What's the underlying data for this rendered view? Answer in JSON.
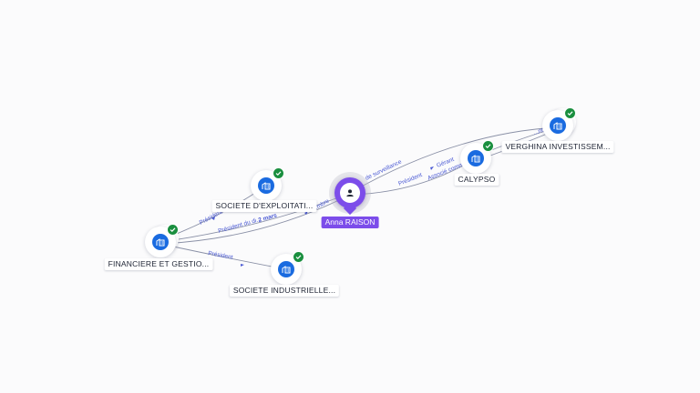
{
  "colors": {
    "edge": "#8a90a6",
    "edge_label": "#4c5bd4",
    "company": "#1a6be0",
    "verified": "#1a8f3f",
    "person": "#7c4dea"
  },
  "person": {
    "name": "Anna RAISON",
    "icon": "user-icon"
  },
  "companies": {
    "societe_exploitation": {
      "name": "SOCIETE D'EXPLOITATI...",
      "icon": "building-icon",
      "verified": true
    },
    "financiere": {
      "name": "FINANCIERE ET GESTIO...",
      "icon": "building-icon",
      "verified": true
    },
    "societe_industrielle": {
      "name": "SOCIETE INDUSTRIELLE...",
      "icon": "building-icon",
      "verified": true
    },
    "calypso": {
      "name": "CALYPSO",
      "icon": "building-icon",
      "verified": true
    },
    "verghina": {
      "name": "VERGHINA INVESTISSEM...",
      "icon": "building-icon",
      "verified": true
    }
  },
  "edges": {
    "financiere_to_exploitation": "Président",
    "financiere_to_person": "Président du di...",
    "financiere_to_person_date": "2 mars",
    "financiere_to_industrielle": "Président",
    "person_to_verghina": "de surveillance",
    "person_to_verghina_prefix": "...mbre",
    "person_to_calypso": "Président",
    "calypso_gerant": "Gérant",
    "calypso_associe": "Associé comm...",
    "verghina_top": "...nt"
  }
}
